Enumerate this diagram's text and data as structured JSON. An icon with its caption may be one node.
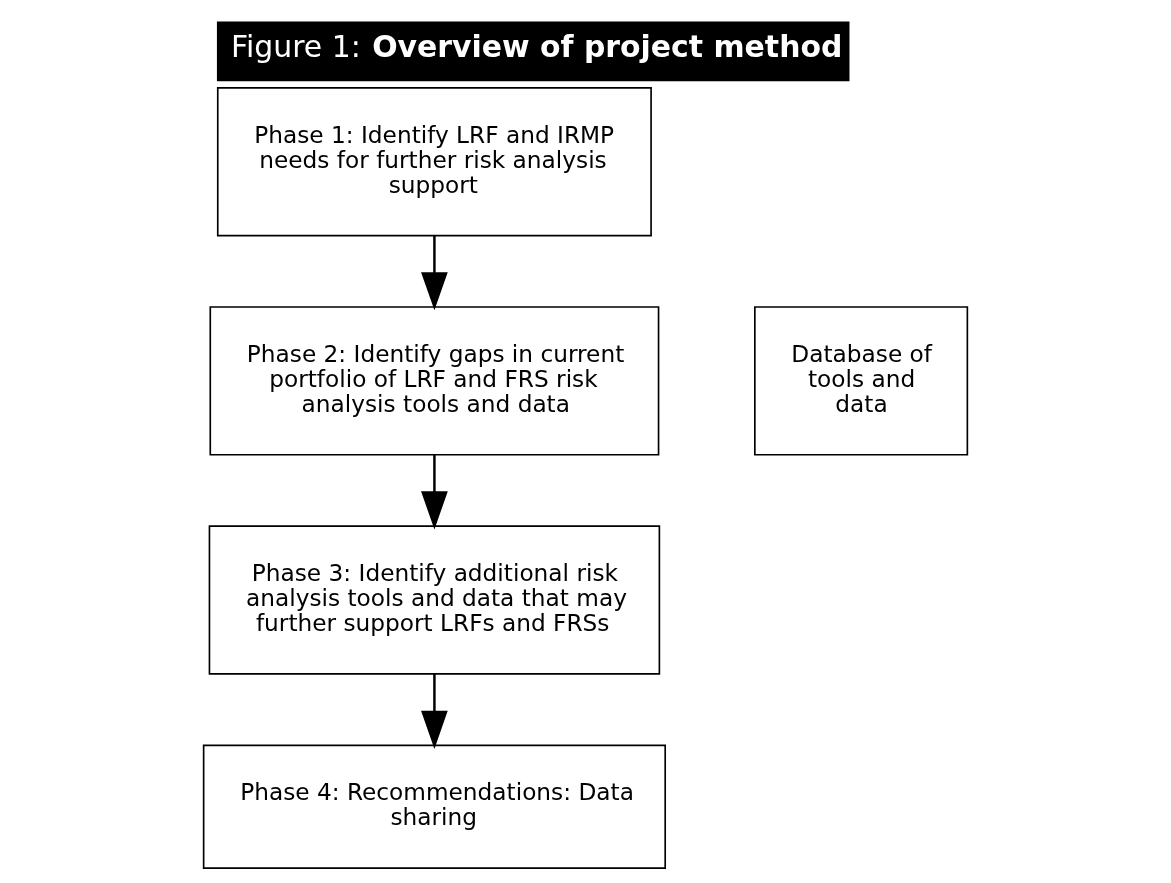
{
  "diagram": {
    "title": "Figure 1: **Overview of project method**",
    "nodes": [
      {
        "text": [
          "Phase 1: Identify LRF and IRMP needs for further risk analysis support"
        ]
      },
      {
        "text": [
          "Phase 2: Identify gaps in current portfolio of LRF and FRS risk analysis tools and data"
        ]
      },
      {
        "text": [
          "Phase 3: Identify additional risk analysis tools and data that may further support LRFs and FRSs"
        ]
      },
      {
        "text": [
          "Phase 4: Recommendations: Data sharing"
        ]
      },
      {
        "text": [
          "Database of tools and data"
        ]
      }
    ],
    "edges": [
      {
        "from": 0,
        "to": 1,
        "arrow": "to"
      },
      {
        "from": 1,
        "to": 2,
        "arrow": "to"
      },
      {
        "from": 2,
        "to": 3,
        "arrow": "to"
      }
    ]
  }
}
